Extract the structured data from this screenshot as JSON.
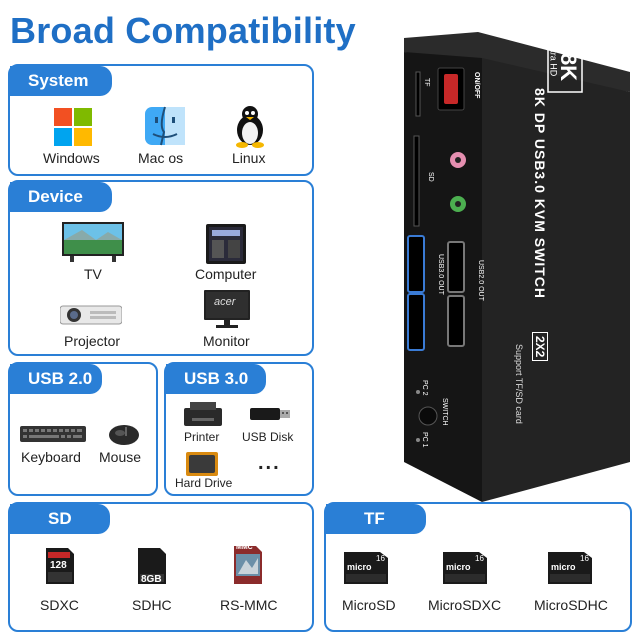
{
  "title": "Broad Compatibility",
  "system": {
    "tag": "System",
    "items": [
      "Windows",
      "Mac os",
      "Linux"
    ]
  },
  "device_panel": {
    "tag": "Device",
    "items": [
      "TV",
      "Computer",
      "Projector",
      "Monitor"
    ],
    "monitor_brand": "acer"
  },
  "usb2": {
    "tag": "USB 2.0",
    "items": [
      "Keyboard",
      "Mouse"
    ]
  },
  "usb3": {
    "tag": "USB 3.0",
    "items": [
      "Printer",
      "USB Disk",
      "Hard Drive"
    ],
    "more": "..."
  },
  "sd": {
    "tag": "SD",
    "items": [
      "SDXC",
      "SDHC",
      "RS-MMC"
    ],
    "card_texts": [
      "128",
      "8GB",
      "MMC"
    ]
  },
  "tf": {
    "tag": "TF",
    "items": [
      "MicroSD",
      "MicroSDXC",
      "MicroSDHC"
    ],
    "card_capacity": "16",
    "card_brand": "micro"
  },
  "kvm": {
    "badge_main": "8K",
    "badge_sub": "Ultra HD",
    "model": "8K DP USB3.0 KVM SWITCH",
    "model_box": "2X2",
    "support": "Support TF/SD card",
    "onoff": "ON/OFF",
    "tf_slot": "TF",
    "sd_slot": "SD",
    "usb3_port": "USB3.0 OUT",
    "usb2_port": "USB2.0 OUT",
    "pc2": "PC 2",
    "pc1": "PC 1",
    "switch": "SWITCH"
  },
  "colors": {
    "accent": "#2a7fd6",
    "title": "#1f6fc5",
    "device": "#1c1c1c"
  }
}
